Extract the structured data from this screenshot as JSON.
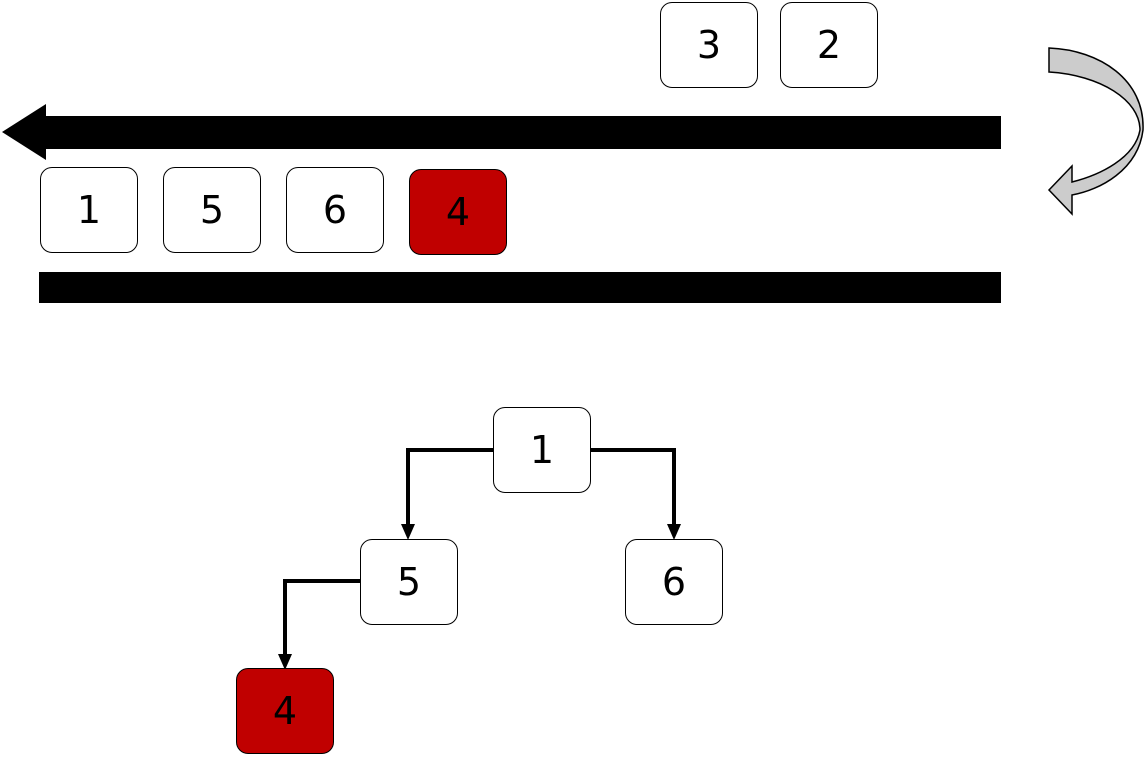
{
  "colors": {
    "highlight": "#c00000",
    "line": "#000000",
    "turn_arrow": "#cccccc"
  },
  "pending": [
    "3",
    "2"
  ],
  "queue": [
    "1",
    "5",
    "6",
    "4"
  ],
  "tree": {
    "root": "1",
    "root_left": "5",
    "root_right": "6",
    "left_left": "4"
  },
  "highlighted_value": "4",
  "icons": [
    "left-arrow-icon",
    "curved-return-arrow-icon"
  ]
}
